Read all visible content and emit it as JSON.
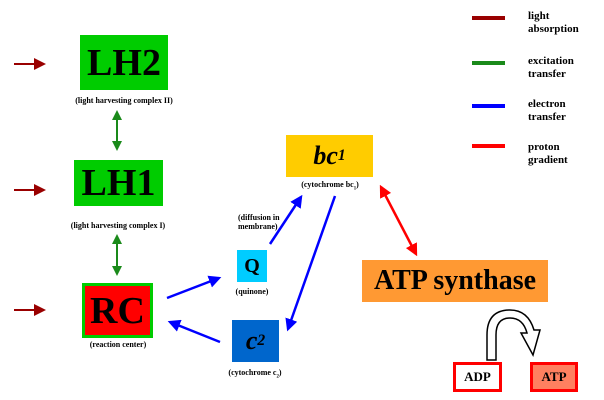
{
  "nodes": {
    "lh2": {
      "title": "LH2",
      "label": "(light harvesting complex II)"
    },
    "lh1": {
      "title": "LH1",
      "label": "(light harvesting complex I)"
    },
    "rc": {
      "title": "RC",
      "label": "(reaction center)"
    },
    "q": {
      "title": "Q",
      "label": "(quinone)"
    },
    "c2": {
      "title": "c",
      "sub": "2",
      "label": "(cytochrome c",
      "label_sub": "2",
      "label_end": ")"
    },
    "bc1": {
      "title": "bc",
      "sub": "1",
      "label": "(cytochrome bc",
      "label_sub": "1",
      "label_end": ")"
    },
    "atp_synthase": {
      "title": "ATP synthase"
    },
    "adp": {
      "title": "ADP"
    },
    "atp": {
      "title": "ATP"
    }
  },
  "diffusion_label_1": "(diffusion in",
  "diffusion_label_2": "membrane)",
  "legend": [
    {
      "line1": "light",
      "line2": "absorption",
      "color": "#990000"
    },
    {
      "line1": "excitation",
      "line2": "transfer",
      "color": "#1a8a1a"
    },
    {
      "line1": "electron",
      "line2": "transfer",
      "color": "#0000ff"
    },
    {
      "line1": "proton",
      "line2": "gradient",
      "color": "#ff0000"
    }
  ]
}
